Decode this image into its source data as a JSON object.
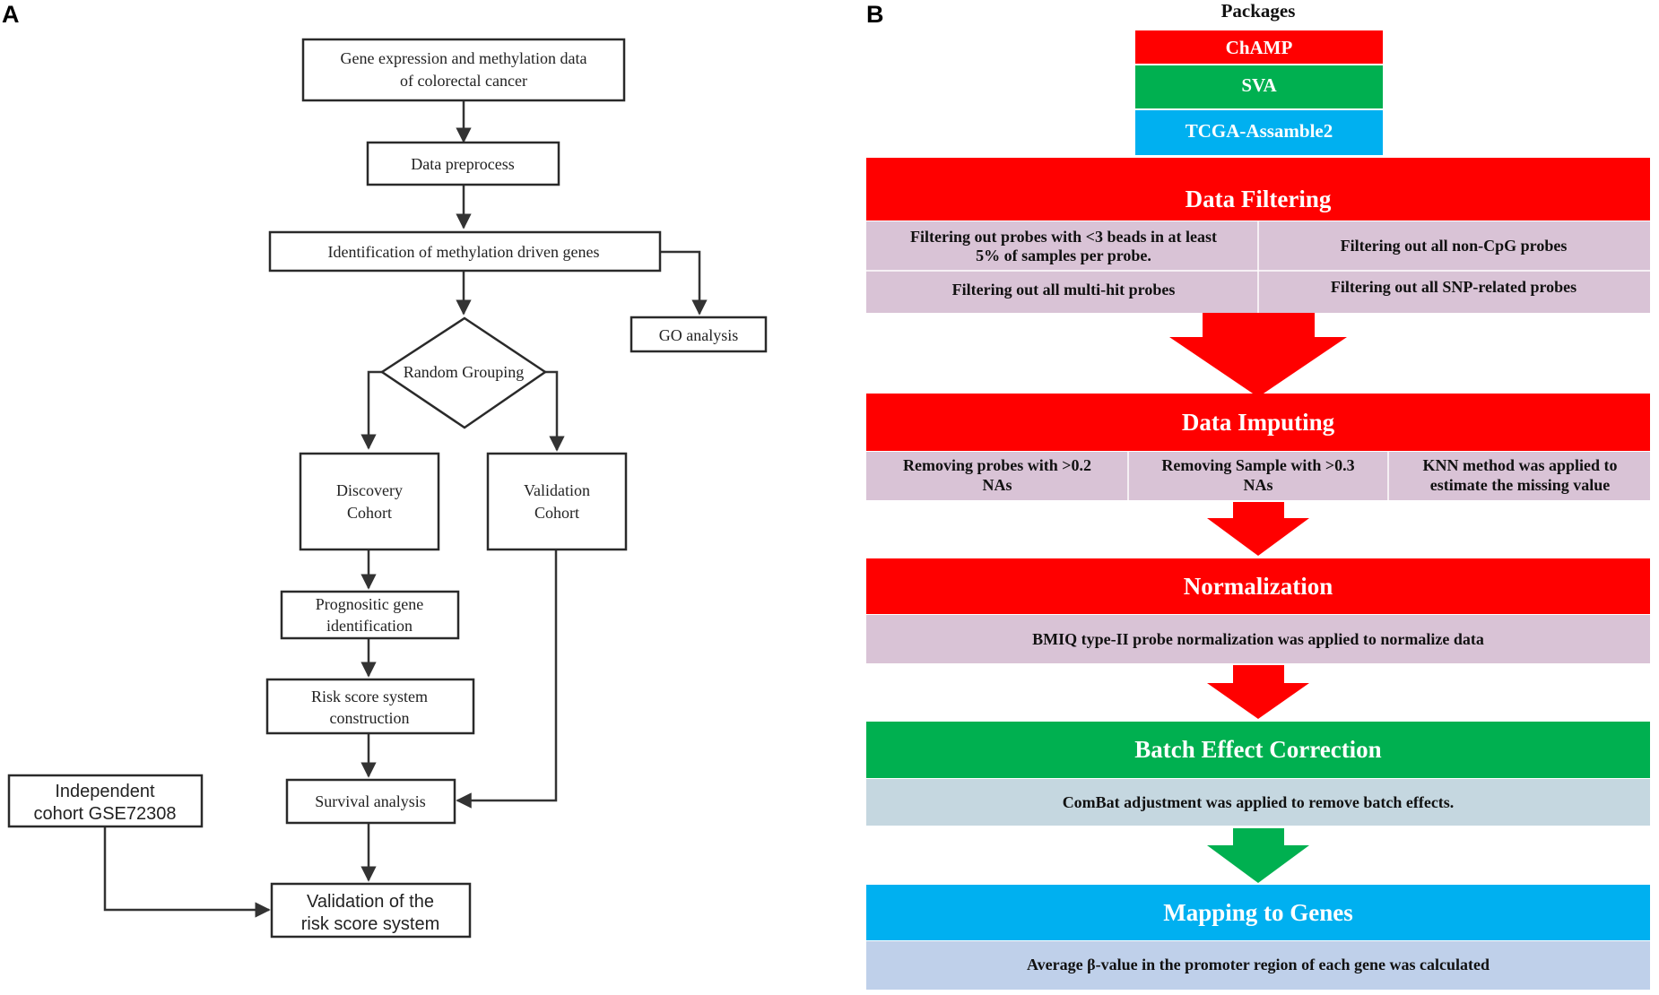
{
  "panels": {
    "a_label": "A",
    "b_label": "B"
  },
  "panel_a": {
    "nodes": {
      "gene_expr": [
        "Gene expression and methylation data",
        "of colorectal cancer"
      ],
      "preprocess": "Data preprocess",
      "identification": "Identification of methylation driven genes",
      "go": "GO analysis",
      "random": "Random Grouping",
      "discovery": [
        "Discovery",
        "Cohort"
      ],
      "validation": [
        "Validation",
        "Cohort"
      ],
      "prognostic": [
        "Prognositic gene",
        "identification"
      ],
      "risk": [
        "Risk score system",
        "construction"
      ],
      "survival": "Survival analysis",
      "independent": [
        "Independent",
        "cohort GSE72308"
      ],
      "validation_risk": [
        "Validation of the",
        "risk score system"
      ]
    }
  },
  "panel_b": {
    "packages_title": "Packages",
    "packages": [
      {
        "name": "ChAMP",
        "color": "#ff0000"
      },
      {
        "name": "SVA",
        "color": "#00b050"
      },
      {
        "name": "TCGA-Assamble2",
        "color": "#00b0f0"
      }
    ],
    "stages": [
      {
        "title": "Data Filtering",
        "header_color": "#ff0000",
        "body_color": "#d9c3d6",
        "items": [
          [
            "Filtering out probes with <3 beads in at least",
            "5% of samples per probe."
          ],
          [
            "Filtering out all non-CpG probes"
          ],
          [
            "Filtering out all multi-hit probes"
          ],
          [
            "Filtering out all SNP-related probes"
          ]
        ]
      },
      {
        "title": "Data Imputing",
        "header_color": "#ff0000",
        "body_color": "#d9c3d6",
        "items": [
          [
            "Removing probes with >0.2",
            "NAs"
          ],
          [
            "Removing Sample with >0.3",
            "NAs"
          ],
          [
            "KNN method was applied to",
            "estimate the missing value"
          ]
        ]
      },
      {
        "title": "Normalization",
        "header_color": "#ff0000",
        "body_color": "#d9c3d6",
        "items": [
          [
            "BMIQ type-II probe normalization was applied to normalize data"
          ]
        ]
      },
      {
        "title": "Batch Effect Correction",
        "header_color": "#00b050",
        "body_color": "#c5d7e0",
        "items": [
          [
            "ComBat adjustment was applied to remove batch effects."
          ]
        ]
      },
      {
        "title": "Mapping to Genes",
        "header_color": "#00b0f0",
        "body_color": "#bfd0ea",
        "items": [
          [
            "Average β-value in the promoter region of  each gene was calculated"
          ]
        ]
      }
    ],
    "arrow_colors": [
      "#ff0000",
      "#ff0000",
      "#ff0000",
      "#00b050"
    ]
  }
}
